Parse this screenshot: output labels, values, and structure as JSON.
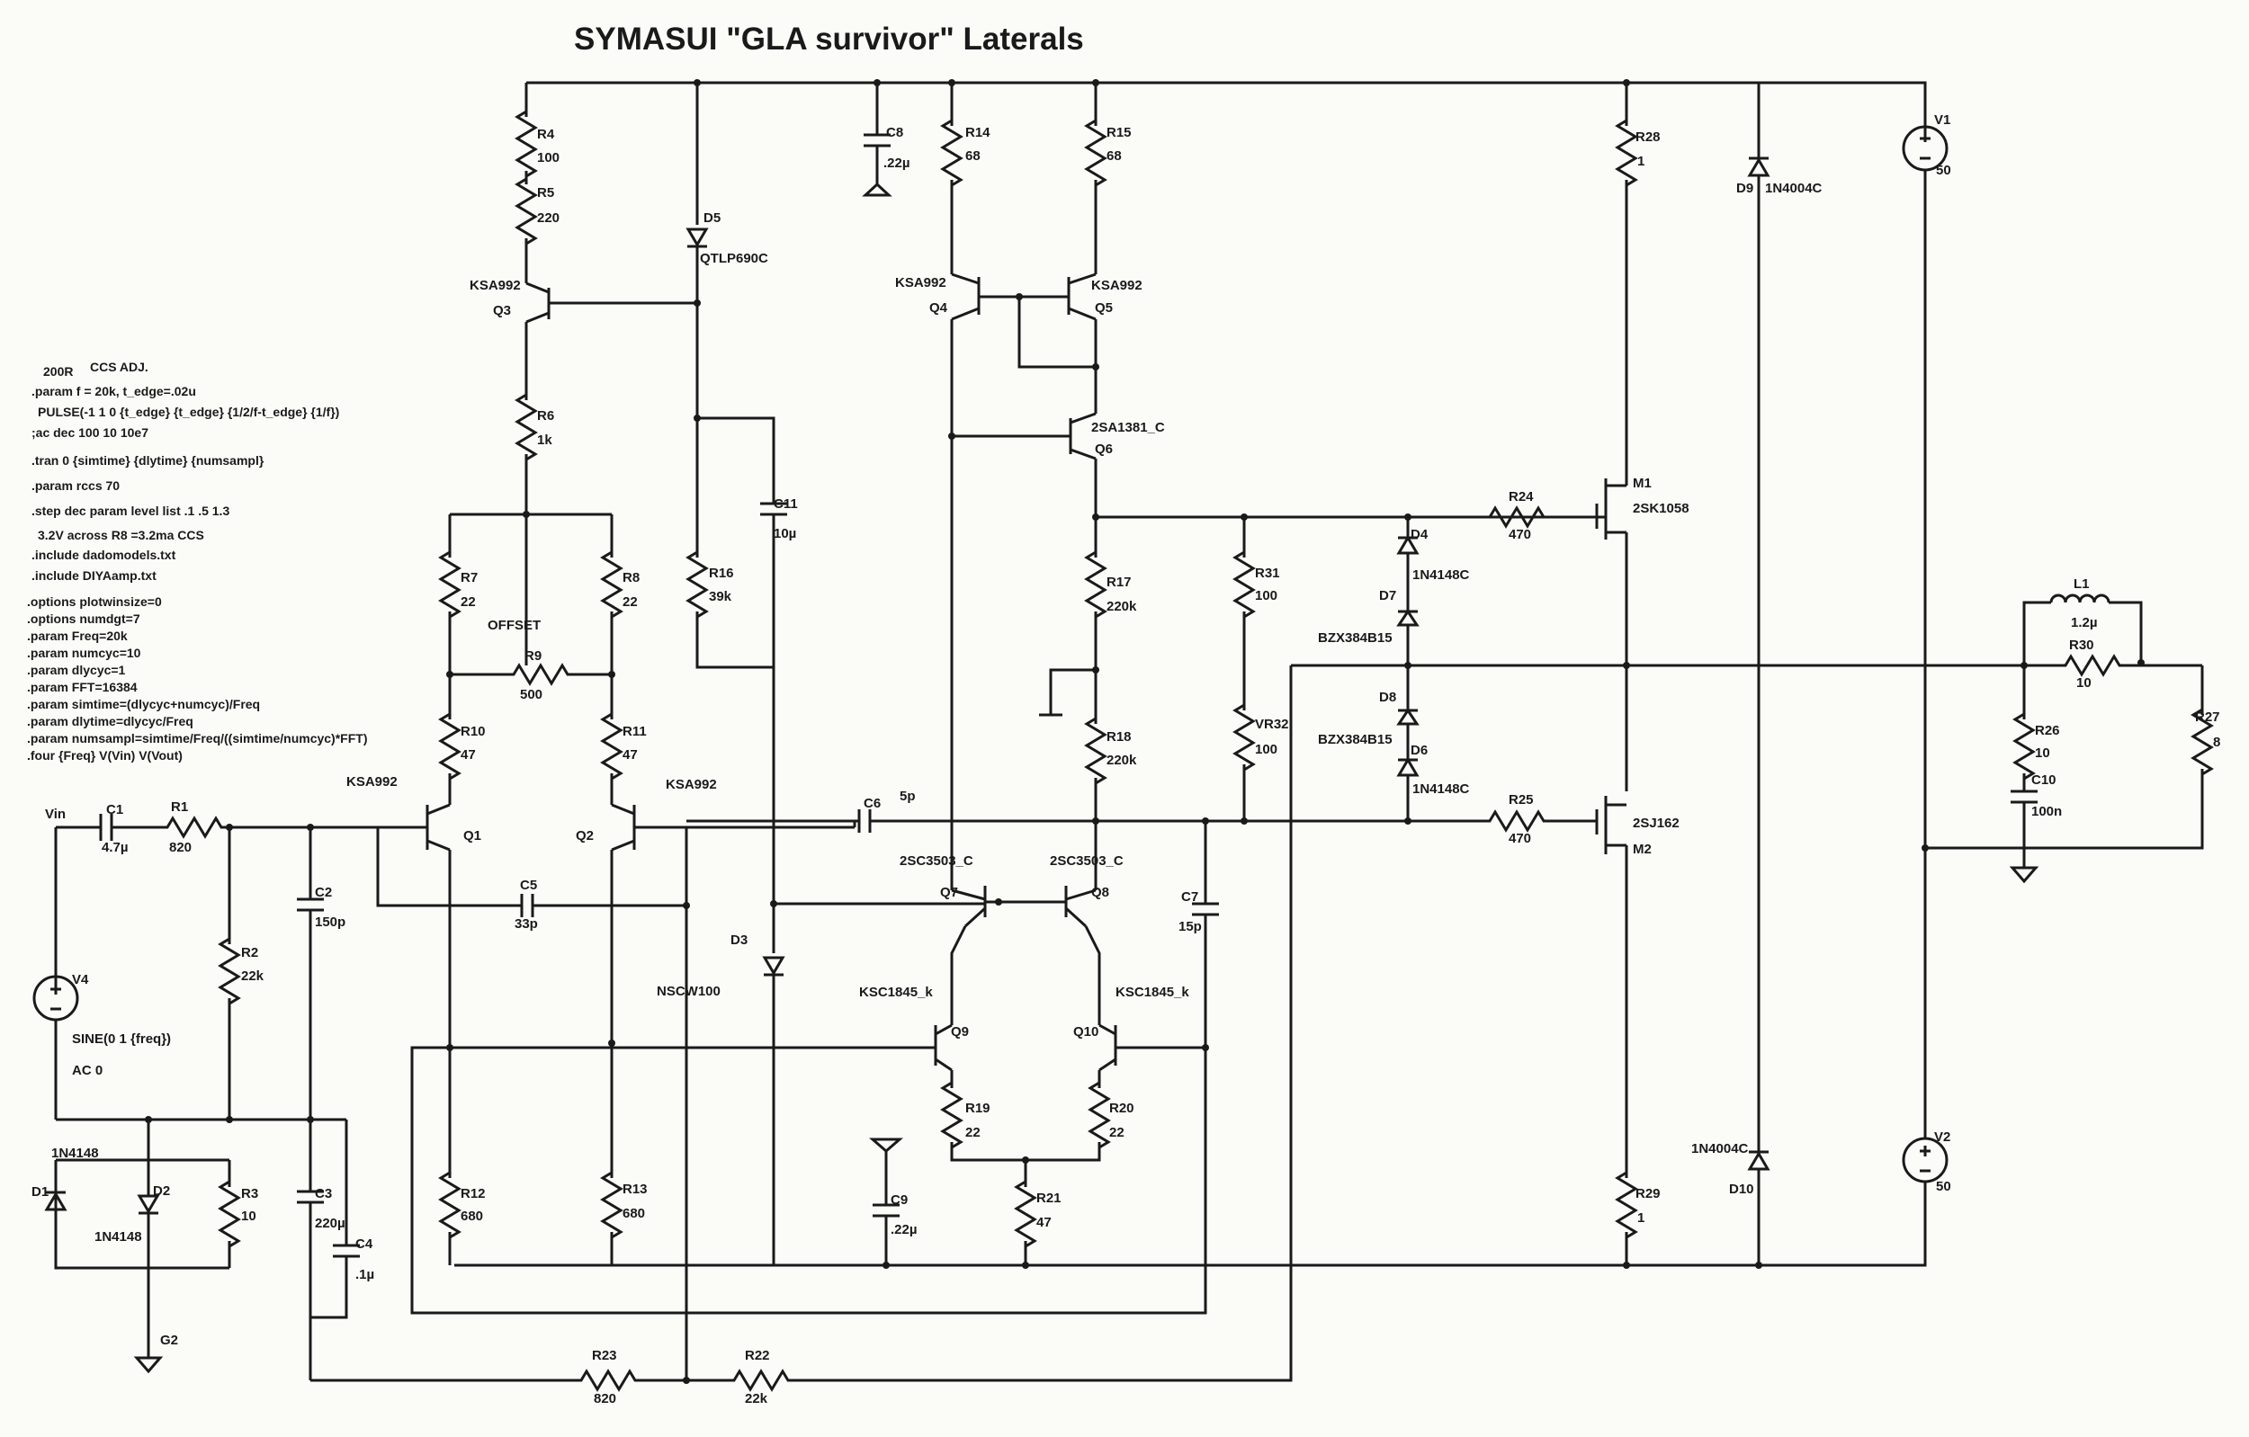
{
  "title": "SYMASUI \"GLA survivor\" Laterals",
  "notes": [
    "200R",
    "CCS ADJ.",
    ".param f = 20k, t_edge=.02u",
    "PULSE(-1 1 0 {t_edge} {t_edge} {1/2/f-t_edge} {1/f})",
    ";ac dec 100 10 10e7",
    ".tran 0 {simtime} {dlytime} {numsampl}",
    ".param rccs 70",
    ".step dec param level list .1 .5 1.3",
    "3.2V across R8 =3.2ma CCS",
    ".include dadomodels.txt",
    ".include DIYAamp.txt",
    ".options plotwinsize=0",
    ".options numdgt=7",
    ".param Freq=20k",
    ".param numcyc=10",
    ".param dlycyc=1",
    ".param FFT=16384",
    ".param simtime=(dlycyc+numcyc)/Freq",
    ".param dlytime=dlycyc/Freq",
    ".param numsampl=simtime/Freq/((simtime/numcyc)*FFT)",
    ".four {Freq} V(Vin) V(Vout)"
  ],
  "labels": {
    "vin": "Vin",
    "c1": "C1",
    "c1v": "4.7µ",
    "r1": "R1",
    "r1v": "820",
    "r2": "R2",
    "r2v": "22k",
    "c2": "C2",
    "c2v": "150p",
    "v4": "V4",
    "v4s": "SINE(0 1 {freq})",
    "v4a": "AC 0",
    "d1lbl": "1N4148",
    "d1": "D1",
    "d2": "D2",
    "d2lbl": "1N4148",
    "r3": "R3",
    "r3v": "10",
    "c3": "C3",
    "c3v": "220µ",
    "c4": "C4",
    "c4v": ".1µ",
    "g2": "G2",
    "r4": "R4",
    "r4v": "100",
    "r5": "R5",
    "r5v": "220",
    "q3m": "KSA992",
    "q3": "Q3",
    "r6": "R6",
    "r6v": "1k",
    "r7": "R7",
    "r7v": "22",
    "r8": "R8",
    "r8v": "22",
    "offset": "OFFSET",
    "r9": "R9",
    "r9v": "500",
    "r10": "R10",
    "r10v": "47",
    "r11": "R11",
    "r11v": "47",
    "q1m": "KSA992",
    "q1": "Q1",
    "q2m": "KSA992",
    "q2": "Q2",
    "c5": "C5",
    "c5v": "33p",
    "r12": "R12",
    "r12v": "680",
    "r13": "R13",
    "r13v": "680",
    "d5": "D5",
    "d5m": "QTLP690C",
    "r16": "R16",
    "r16v": "39k",
    "c11": "C11",
    "c11v": "10µ",
    "d3": "D3",
    "d3m": "NSCW100",
    "c8": "C8",
    "c8v": ".22µ",
    "r14": "R14",
    "r14v": "68",
    "r15": "R15",
    "r15v": "68",
    "q4m": "KSA992",
    "q4": "Q4",
    "q5m": "KSA992",
    "q5": "Q5",
    "q6m": "2SA1381_C",
    "q6": "Q6",
    "r17": "R17",
    "r17v": "220k",
    "r18": "R18",
    "r18v": "220k",
    "c6": "C6",
    "c6v": "5p",
    "q7m": "2SC3503_C",
    "q7": "Q7",
    "q8m": "2SC3503_C",
    "q8": "Q8",
    "c7": "C7",
    "c7v": "15p",
    "q9m": "KSC1845_k",
    "q9": "Q9",
    "q10m": "KSC1845_k",
    "q10": "Q10",
    "r19": "R19",
    "r19v": "22",
    "r20": "R20",
    "r20v": "22",
    "r21": "R21",
    "r21v": "47",
    "c9": "C9",
    "c9v": ".22µ",
    "r31": "R31",
    "r31v": "100",
    "vr32": "VR32",
    "vr32v": "100",
    "d4": "D4",
    "d4m": "1N4148C",
    "d7": "D7",
    "d7m": "BZX384B15",
    "d8": "D8",
    "d8m": "BZX384B15",
    "d6": "D6",
    "d6m": "1N4148C",
    "r24": "R24",
    "r24v": "470",
    "r25": "R25",
    "r25v": "470",
    "m1": "M1",
    "m1m": "2SK1058",
    "m2": "M2",
    "m2m": "2SJ162",
    "r28": "R28",
    "r28v": "1",
    "r29": "R29",
    "r29v": "1",
    "d9": "D9",
    "d9m": "1N4004C",
    "d10m": "1N4004C",
    "d10": "D10",
    "v1": "V1",
    "v1v": "50",
    "v2": "V2",
    "v2v": "50",
    "l1": "L1",
    "l1v": "1.2µ",
    "r30": "R30",
    "r30v": "10",
    "r26": "R26",
    "r26v": "10",
    "c10": "C10",
    "c10v": "100n",
    "r27": "R27",
    "r27v": "8",
    "r23": "R23",
    "r23v": "820",
    "r22": "R22",
    "r22v": "22k"
  }
}
